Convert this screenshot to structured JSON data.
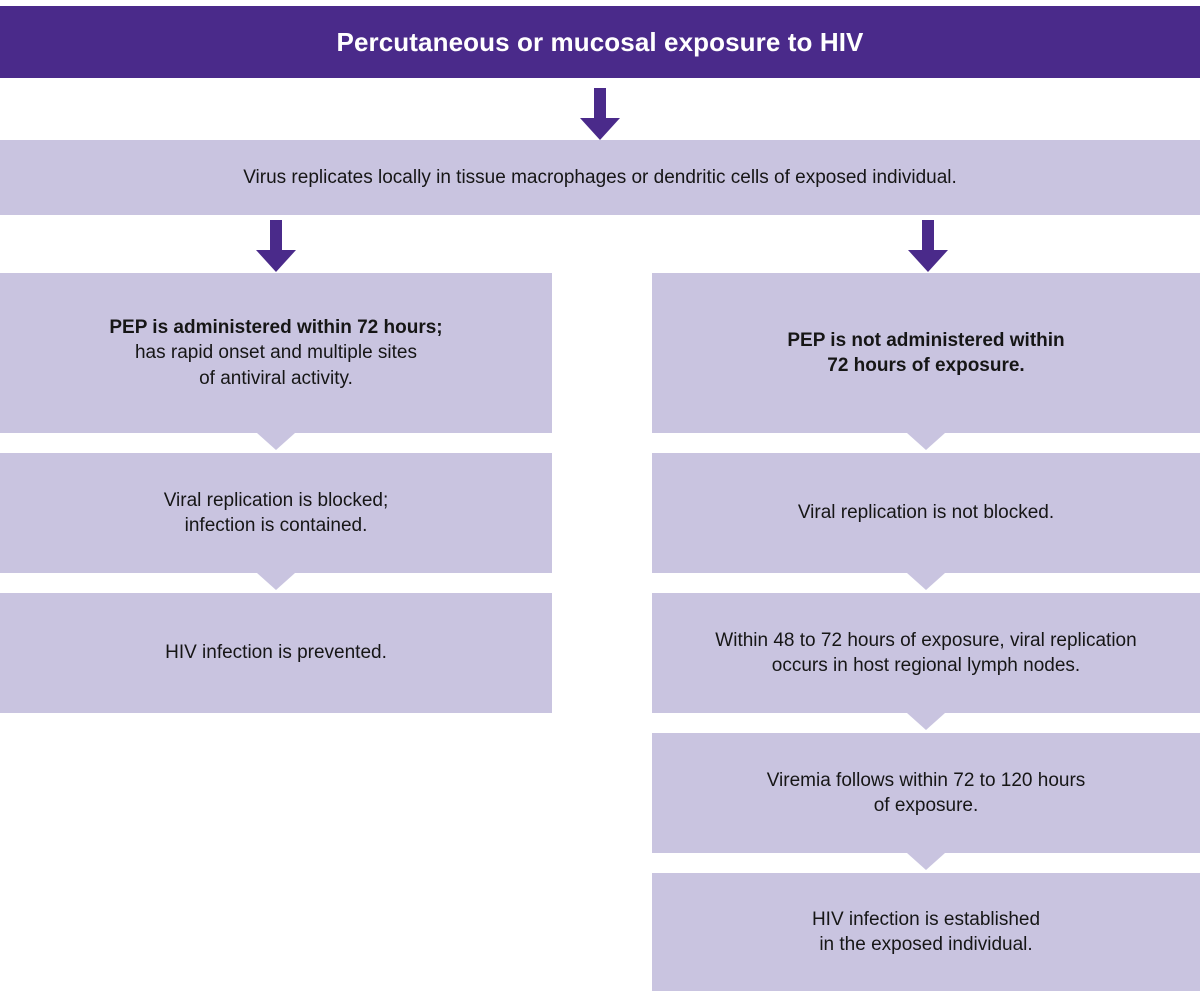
{
  "header": {
    "title": "Percutaneous or mucosal exposure to HIV",
    "background_color": "#4a2a8a",
    "text_color": "#ffffff"
  },
  "theme": {
    "box_fill": "#c9c4e0",
    "arrow_color": "#4a2a8a",
    "text_color": "#161616",
    "page_background": "#ffffff"
  },
  "nodes": {
    "shared_step": {
      "text": "Virus replicates locally in tissue macrophages or dendritic cells of exposed individual."
    },
    "left_branch": {
      "step1_line1": "PEP is administered within 72 hours;",
      "step1_line2": "has rapid onset and multiple sites",
      "step1_line3": "of antiviral activity.",
      "step2_line1": "Viral replication is blocked;",
      "step2_line2": "infection is contained.",
      "step3_line1": "HIV infection is prevented."
    },
    "right_branch": {
      "step1_line1": "PEP is not administered within",
      "step1_line2": "72 hours of exposure.",
      "step2_line1": "Viral replication is not blocked.",
      "step3_line1": "Within 48 to 72 hours of exposure, viral replication",
      "step3_line2": "occurs in host regional lymph nodes.",
      "step4_line1": "Viremia follows within 72 to 120 hours",
      "step4_line2": "of exposure.",
      "step5_line1": "HIV infection is established",
      "step5_line2": "in the exposed individual."
    }
  }
}
